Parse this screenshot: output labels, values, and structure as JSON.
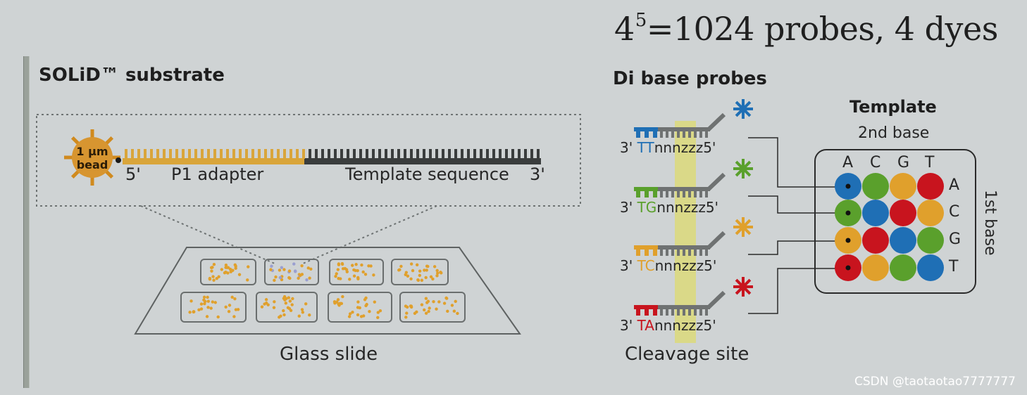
{
  "header": {
    "formula_base": "4",
    "formula_exp": "5",
    "formula_rest": "=1024 probes, 4 dyes"
  },
  "substrate": {
    "title": "SOLiD™ substrate",
    "bead_line1": "1 µm",
    "bead_line2": "bead",
    "five_prime": "5'",
    "adapter_label": "P1 adapter",
    "template_label": "Template sequence",
    "three_prime": "3'",
    "glass_label": "Glass slide"
  },
  "probes": {
    "title": "Di base probes",
    "items": [
      {
        "prime3": "3' ",
        "bases": "TT",
        "tail": "nnnzzz5'",
        "color": "#1f6fb5"
      },
      {
        "prime3": "3' ",
        "bases": "TG",
        "tail": "nnnzzz5'",
        "color": "#5aa02c"
      },
      {
        "prime3": "3' ",
        "bases": "TC",
        "tail": "nnnzzz5'",
        "color": "#e0a02c"
      },
      {
        "prime3": "3' ",
        "bases": "TA",
        "tail": "nnnzzz5'",
        "color": "#c8141e"
      }
    ],
    "cleavage_label": "Cleavage site"
  },
  "template_matrix": {
    "title": "Template",
    "second_base_label": "2nd base",
    "first_base_label": "1st base",
    "columns": [
      "A",
      "C",
      "G",
      "T"
    ],
    "rows": [
      "A",
      "C",
      "G",
      "T"
    ],
    "cells": [
      [
        "blue",
        "green",
        "orange",
        "red"
      ],
      [
        "green",
        "blue",
        "red",
        "orange"
      ],
      [
        "orange",
        "red",
        "blue",
        "green"
      ],
      [
        "red",
        "orange",
        "green",
        "blue"
      ]
    ]
  },
  "colors": {
    "blue": "#1f6fb5",
    "green": "#5aa02c",
    "orange": "#e0a02c",
    "red": "#c8141e",
    "adapter": "#d9a53a",
    "template_strand": "#3a3d3d",
    "cleavage_band": "#dcd97a"
  },
  "watermark": "CSDN @taotaotao7777777"
}
